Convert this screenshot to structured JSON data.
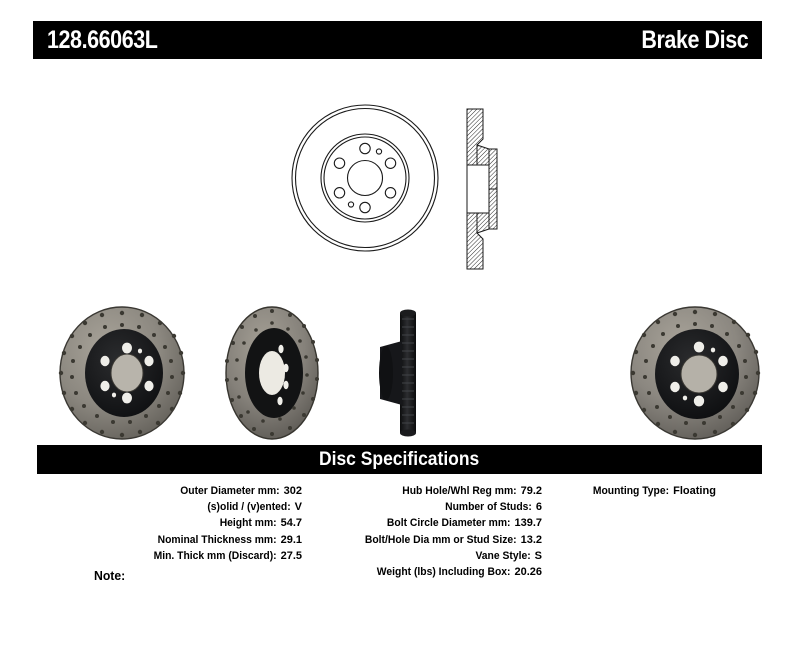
{
  "header": {
    "part_number": "128.66063L",
    "product_type": "Brake Disc"
  },
  "drawings": {
    "front_view_name": "rotor-front-view-line-drawing",
    "section_view_name": "rotor-cross-section-line-drawing"
  },
  "photos": [
    {
      "name": "rotor-photo-angled-left",
      "caption": ""
    },
    {
      "name": "rotor-photo-angled-three-quarter",
      "caption": ""
    },
    {
      "name": "rotor-photo-edge-profile",
      "caption": ""
    },
    {
      "name": "rotor-photo-face-on",
      "caption": ""
    }
  ],
  "specifications": {
    "title": "Disc Specifications",
    "left_column": [
      {
        "label": "Outer Diameter mm:",
        "value": "302"
      },
      {
        "label": "(s)olid / (v)ented:",
        "value": "V"
      },
      {
        "label": "Height mm:",
        "value": "54.7"
      },
      {
        "label": "Nominal Thickness mm:",
        "value": "29.1"
      },
      {
        "label": "Min. Thick mm (Discard):",
        "value": "27.5"
      }
    ],
    "middle_column": [
      {
        "label": "Hub Hole/Whl Reg mm:",
        "value": "79.2"
      },
      {
        "label": "Number of Studs:",
        "value": "6"
      },
      {
        "label": "Bolt Circle Diameter mm:",
        "value": "139.7"
      },
      {
        "label": "Bolt/Hole Dia mm or Stud Size:",
        "value": "13.2"
      },
      {
        "label": "Vane Style:",
        "value": "S"
      },
      {
        "label": "Weight (lbs) Including Box:",
        "value": "20.26"
      }
    ],
    "right_column": [
      {
        "label": "Mounting Type:",
        "value": "Floating"
      }
    ],
    "note_label": "Note:",
    "note_value": ""
  },
  "colors": {
    "bar_background": "#000000",
    "bar_text": "#ffffff",
    "page_background": "#ffffff",
    "line_art": "#1a1a1a",
    "rotor_face": "#8c8880",
    "rotor_hat": "#17181a"
  }
}
